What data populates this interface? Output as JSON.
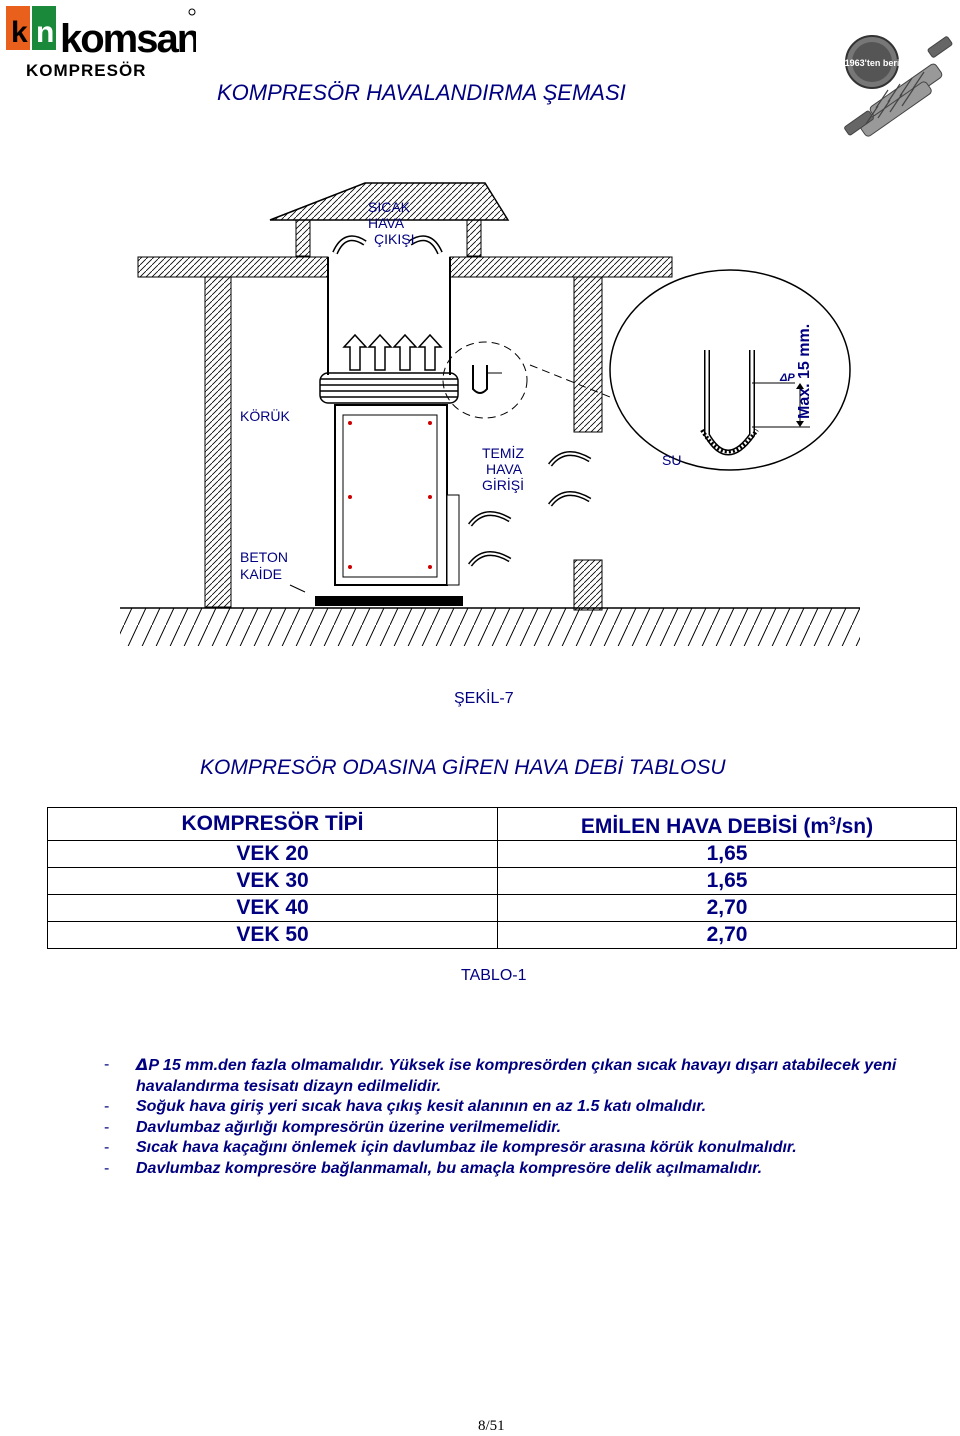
{
  "header": {
    "logo_text": "komsan",
    "logo_sub": "KOMPRESÖR",
    "logo_badge": "kn",
    "emblem_text": "1963'ten beri"
  },
  "title": "KOMPRESÖR HAVALANDIRMA ŞEMASI",
  "figure": {
    "labels": {
      "hot_air_outlet": [
        "SICAK",
        "HAVA",
        "ÇIKIŞI"
      ],
      "bellows": "KÖRÜK",
      "fresh_air_inlet": [
        "TEMİZ",
        "HAVA",
        "GİRİŞİ"
      ],
      "water": "SU",
      "max": "Max. 15 mm.",
      "delta_p": "ΔP",
      "concrete_base": [
        "BETON",
        "KAİDE"
      ]
    },
    "caption": "ŞEKİL-7"
  },
  "table": {
    "title": "KOMPRESÖR ODASINA GİREN HAVA DEBİ TABLOSU",
    "header": {
      "col1": "KOMPRESÖR TİPİ",
      "col2_pre": "EMİLEN HAVA DEBİSİ (m",
      "col2_sup": "3",
      "col2_post": "/sn)"
    },
    "rows": [
      {
        "type": "VEK 20",
        "flow": "1,65"
      },
      {
        "type": "VEK 30",
        "flow": "1,65"
      },
      {
        "type": "VEK 40",
        "flow": "2,70"
      },
      {
        "type": "VEK 50",
        "flow": "2,70"
      }
    ],
    "caption": "TABLO-1"
  },
  "notes": [
    {
      "dash": "-",
      "delta": "Δ",
      "text": "P 15 mm.den fazla olmamalıdır. Yüksek ise kompresörden çıkan sıcak havayı dışarı atabilecek yeni havalandırma tesisatı dizayn edilmelidir."
    },
    {
      "dash": "-",
      "delta": "",
      "text": "Soğuk hava giriş yeri sıcak hava çıkış kesit alanının en az 1.5 katı olmalıdır."
    },
    {
      "dash": "-",
      "delta": "",
      "text": "Davlumbaz ağırlığı kompresörün üzerine verilmemelidir."
    },
    {
      "dash": "-",
      "delta": "",
      "text": "Sıcak hava kaçağını önlemek için davlumbaz ile kompresör arasına körük konulmalıdır."
    },
    {
      "dash": "-",
      "delta": "",
      "text": "Davlumbaz kompresöre bağlanmamalı, bu amaçla kompresöre delik açılmamalıdır."
    }
  ],
  "page_number": "8/51",
  "colors": {
    "text_blue": "#000080",
    "logo_orange": "#e8601c",
    "logo_green": "#1a8a3a"
  }
}
